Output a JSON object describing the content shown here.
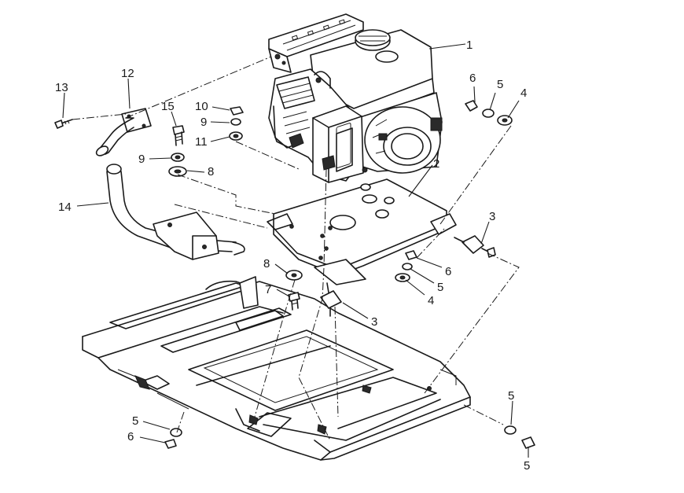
{
  "diagram": {
    "callouts": [
      {
        "id": "c1a",
        "text": "1"
      },
      {
        "id": "c2a",
        "text": "2"
      },
      {
        "id": "c3a",
        "text": "3"
      },
      {
        "id": "c3b",
        "text": "3"
      },
      {
        "id": "c4a",
        "text": "4"
      },
      {
        "id": "c4b",
        "text": "4"
      },
      {
        "id": "c5a",
        "text": "5"
      },
      {
        "id": "c5b",
        "text": "5"
      },
      {
        "id": "c5c",
        "text": "5"
      },
      {
        "id": "c5d",
        "text": "5"
      },
      {
        "id": "c5e",
        "text": "5"
      },
      {
        "id": "c6a",
        "text": "6"
      },
      {
        "id": "c6b",
        "text": "6"
      },
      {
        "id": "c6c",
        "text": "6"
      },
      {
        "id": "c7a",
        "text": "7"
      },
      {
        "id": "c8a",
        "text": "8"
      },
      {
        "id": "c8b",
        "text": "8"
      },
      {
        "id": "c9a",
        "text": "9"
      },
      {
        "id": "c9b",
        "text": "9"
      },
      {
        "id": "c10a",
        "text": "10"
      },
      {
        "id": "c11a",
        "text": "11"
      },
      {
        "id": "c12a",
        "text": "12"
      },
      {
        "id": "c13a",
        "text": "13"
      },
      {
        "id": "c14a",
        "text": "14"
      },
      {
        "id": "c15a",
        "text": "15"
      }
    ]
  }
}
